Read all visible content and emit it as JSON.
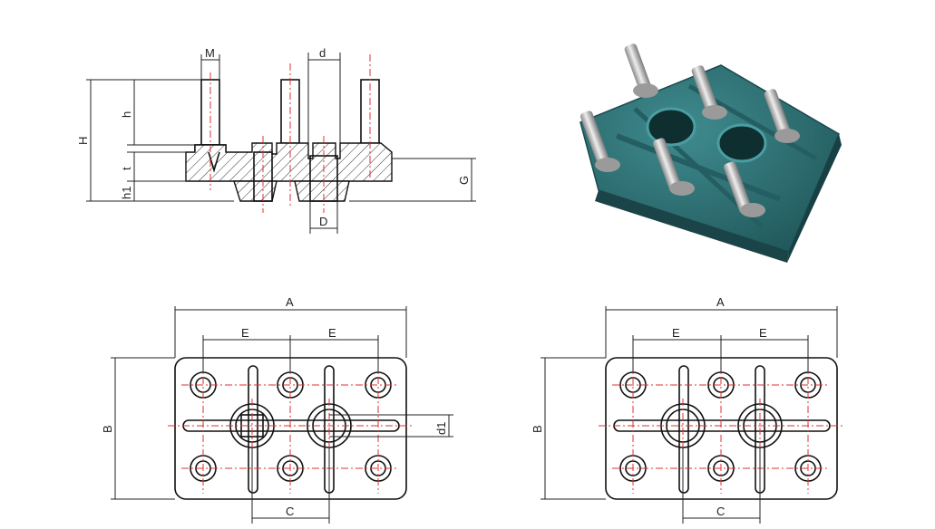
{
  "labels": {
    "side": {
      "M": "M",
      "d": "d",
      "H": "H",
      "h": "h",
      "t": "t",
      "h1": "h1",
      "G": "G",
      "D": "D"
    },
    "top_left": {
      "A": "A",
      "E1": "E",
      "E2": "E",
      "B": "B",
      "C": "C",
      "d1": "d1"
    },
    "top_right": {
      "A": "A",
      "E1": "E",
      "E2": "E",
      "B": "B",
      "C": "C"
    }
  },
  "colors": {
    "line": "#222222",
    "center_line": "#e03030",
    "terminal_body": "#2f6f73",
    "stud": "#b8b8b8"
  }
}
